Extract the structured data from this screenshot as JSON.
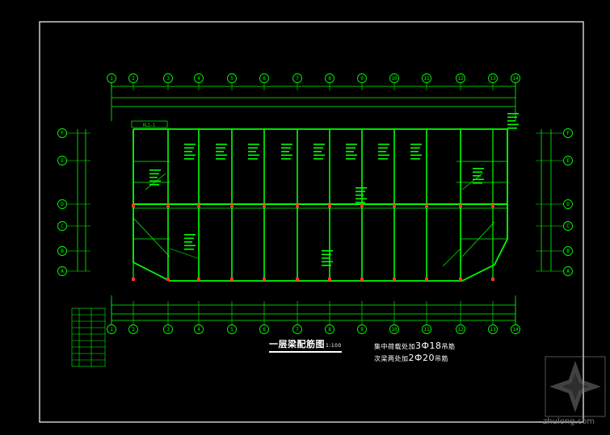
{
  "drawing": {
    "title": "一层梁配筋图",
    "scale": "1:100",
    "notes": [
      {
        "prefix": "集中荷载处加",
        "code": "3Ф18",
        "suffix": "吊筋"
      },
      {
        "prefix": "次梁两处加",
        "code": "2Ф20",
        "suffix": "吊筋"
      }
    ],
    "top_axes": [
      "1",
      "2",
      "3",
      "4",
      "5",
      "6",
      "7",
      "8",
      "9",
      "10",
      "11",
      "12",
      "13",
      "14"
    ],
    "bottom_axes": [
      "1",
      "2",
      "3",
      "4",
      "5",
      "6",
      "7",
      "8",
      "9",
      "10",
      "11",
      "12",
      "13",
      "14"
    ],
    "left_axes": [
      "F",
      "E",
      "D",
      "C",
      "B",
      "A"
    ],
    "right_axes": [
      "F",
      "E",
      "D",
      "C",
      "B",
      "A"
    ],
    "beam_tag": "KL1-1"
  },
  "watermark": {
    "text": "zhulong.com"
  }
}
